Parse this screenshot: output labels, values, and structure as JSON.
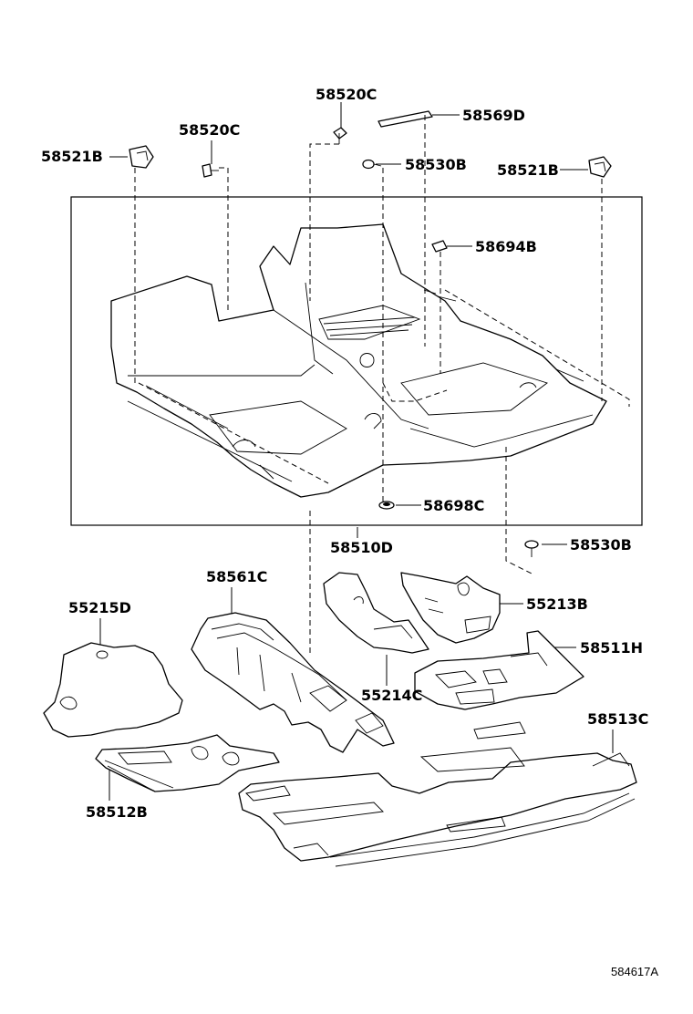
{
  "diagram": {
    "labels": {
      "p58520c_top": "58520C",
      "p58569d": "58569D",
      "p58520c_left": "58520C",
      "p58521b_left": "58521B",
      "p58530b_top": "58530B",
      "p58521b_right": "58521B",
      "p58694b": "58694B",
      "p58698c": "58698C",
      "p58510d": "58510D",
      "p58530b_bottom": "58530B",
      "p58561c": "58561C",
      "p55215d": "55215D",
      "p55213b": "55213B",
      "p58511h": "58511H",
      "p55214c": "55214C",
      "p58513c": "58513C",
      "p58512b": "58512B"
    },
    "figure_id": "584617A"
  }
}
